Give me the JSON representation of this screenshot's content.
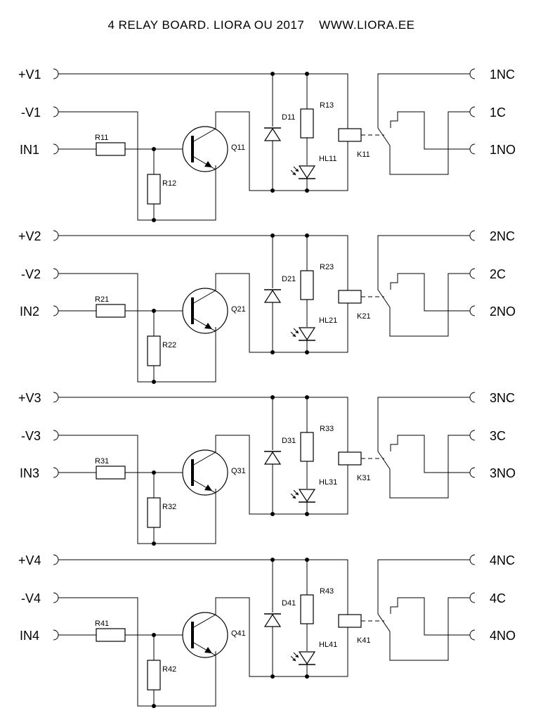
{
  "title": "4 RELAY BOARD. LIORA OU 2017    WWW.LIORA.EE",
  "channels": [
    {
      "vplus": "+V1",
      "vminus": "-V1",
      "input": "IN1",
      "nc": "1NC",
      "c": "1C",
      "no": "1NO",
      "r_base": "R11",
      "r_pull": "R12",
      "r_led": "R13",
      "transistor": "Q11",
      "diode": "D11",
      "led": "HL11",
      "relay": "K11"
    },
    {
      "vplus": "+V2",
      "vminus": "-V2",
      "input": "IN2",
      "nc": "2NC",
      "c": "2C",
      "no": "2NO",
      "r_base": "R21",
      "r_pull": "R22",
      "r_led": "R23",
      "transistor": "Q21",
      "diode": "D21",
      "led": "HL21",
      "relay": "K21"
    },
    {
      "vplus": "+V3",
      "vminus": "-V3",
      "input": "IN3",
      "nc": "3NC",
      "c": "3C",
      "no": "3NO",
      "r_base": "R31",
      "r_pull": "R32",
      "r_led": "R33",
      "transistor": "Q31",
      "diode": "D31",
      "led": "HL31",
      "relay": "K31"
    },
    {
      "vplus": "+V4",
      "vminus": "-V4",
      "input": "IN4",
      "nc": "4NC",
      "c": "4C",
      "no": "4NO",
      "r_base": "R41",
      "r_pull": "R42",
      "r_led": "R43",
      "transistor": "Q41",
      "diode": "D41",
      "led": "HL41",
      "relay": "K41"
    }
  ]
}
